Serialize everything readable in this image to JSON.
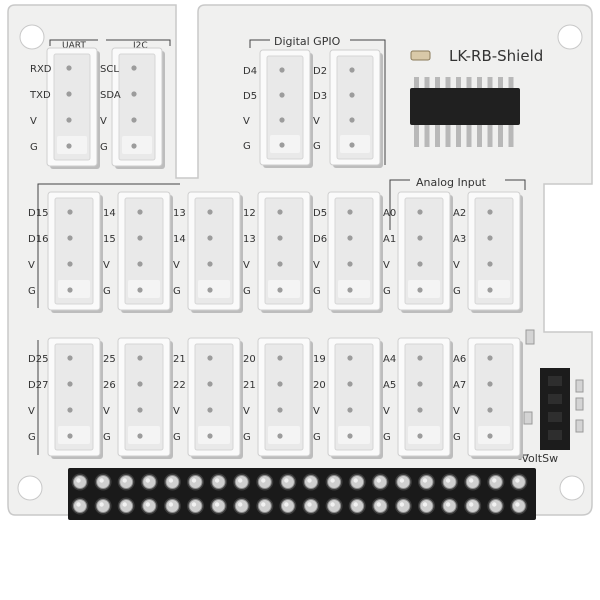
{
  "board": {
    "title": "LK-RB-Shield",
    "header_labels": {
      "uart": "UART",
      "i2c": "I2C",
      "digital": "Digital GPIO",
      "analog": "Analog Input",
      "voltsw": "-VoltSw"
    }
  },
  "connectors": [
    {
      "id": "uart",
      "pins": [
        "RXD",
        "TXD",
        "V",
        "G"
      ]
    },
    {
      "id": "i2c",
      "pins": [
        "SCL",
        "SDA",
        "V",
        "G"
      ]
    },
    {
      "id": "d4d5",
      "pins": [
        "D4",
        "D5",
        "V",
        "G"
      ]
    },
    {
      "id": "d2d3",
      "pins": [
        "D2",
        "D3",
        "V",
        "G"
      ]
    },
    {
      "id": "d15d16",
      "pins": [
        "D15",
        "D16",
        "V",
        "G"
      ]
    },
    {
      "id": "d14d15",
      "pins": [
        "14",
        "15",
        "V",
        "G"
      ]
    },
    {
      "id": "d13d14",
      "pins": [
        "13",
        "14",
        "V",
        "G"
      ]
    },
    {
      "id": "d12d13",
      "pins": [
        "12",
        "13",
        "V",
        "G"
      ]
    },
    {
      "id": "d5d6",
      "pins": [
        "D5",
        "D6",
        "V",
        "G"
      ]
    },
    {
      "id": "a0a1",
      "pins": [
        "A0",
        "A1",
        "V",
        "G"
      ]
    },
    {
      "id": "a2a3",
      "pins": [
        "A2",
        "A3",
        "V",
        "G"
      ]
    },
    {
      "id": "d25d27",
      "pins": [
        "D25",
        "D27",
        "V",
        "G"
      ]
    },
    {
      "id": "d25d26",
      "pins": [
        "25",
        "26",
        "V",
        "G"
      ]
    },
    {
      "id": "d21d22",
      "pins": [
        "21",
        "22",
        "V",
        "G"
      ]
    },
    {
      "id": "d20d21",
      "pins": [
        "20",
        "21",
        "V",
        "G"
      ]
    },
    {
      "id": "d19d20",
      "pins": [
        "19",
        "20",
        "V",
        "G"
      ]
    },
    {
      "id": "a4a5",
      "pins": [
        "A4",
        "A5",
        "V",
        "G"
      ]
    },
    {
      "id": "a6a7",
      "pins": [
        "A6",
        "A7",
        "V",
        "G"
      ]
    }
  ]
}
